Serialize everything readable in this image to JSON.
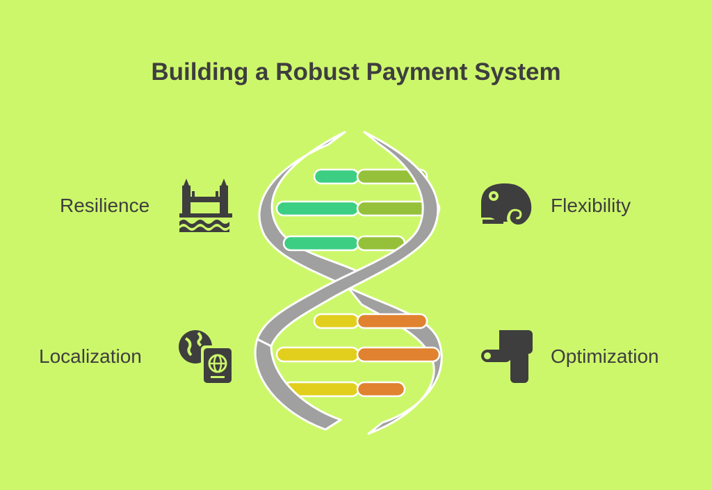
{
  "title": "Building a Robust Payment System",
  "items": [
    {
      "label": "Resilience",
      "icon": "castle-moat-icon"
    },
    {
      "label": "Flexibility",
      "icon": "chameleon-icon"
    },
    {
      "label": "Localization",
      "icon": "globe-passport-icon"
    },
    {
      "label": "Optimization",
      "icon": "toggle-blocks-icon"
    }
  ],
  "colors": {
    "background": "#cdf76b",
    "text": "#3e3e3e",
    "strand": "#a0a0a0",
    "green": "#3ccf84",
    "olive": "#95c13a",
    "yellow": "#e2cf1d",
    "orange": "#e0822f"
  }
}
